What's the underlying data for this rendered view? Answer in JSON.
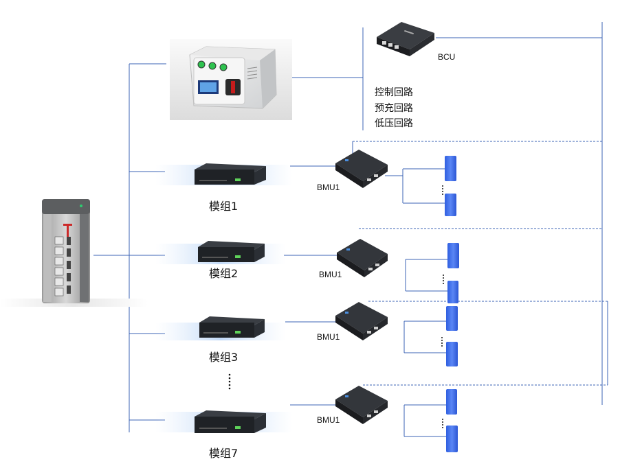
{
  "bcu": {
    "label": "BCU"
  },
  "control_loops": [
    "控制回路",
    "预充回路",
    "低压回路"
  ],
  "modules": [
    {
      "label": "模组1",
      "bmu": "BMU1"
    },
    {
      "label": "模组2",
      "bmu": "BMU1"
    },
    {
      "label": "模组3",
      "bmu": "BMU1"
    },
    {
      "label": "模组7",
      "bmu": "BMU1"
    }
  ],
  "colors": {
    "bus_line": "#3b63b5",
    "dashed_line": "#3b63b5",
    "cell": "#3a6cf0",
    "device_dark": "#1f2226"
  },
  "icons": {
    "cabinet": "battery-cabinet-icon",
    "high_voltage_box": "high-voltage-box-icon",
    "bcu": "bcu-controller-icon",
    "module": "battery-module-icon",
    "bmu": "bmu-controller-icon",
    "cell": "battery-cell-icon"
  }
}
